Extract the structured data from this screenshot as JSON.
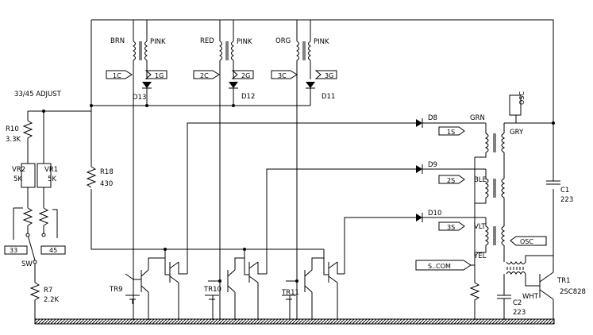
{
  "labels": {
    "adjust": "33/45 ADJUST",
    "brn": "BRN",
    "pink1": "PINK",
    "red": "RED",
    "pink2": "PINK",
    "org": "ORG",
    "pink3": "PINK",
    "d13": "D13",
    "d12": "D12",
    "d11": "D11",
    "d8": "D8",
    "d9": "D9",
    "d10": "D10",
    "grn": "GRN",
    "gry": "GRY",
    "ble": "BLE",
    "vlt": "VLT",
    "yel": "YEL",
    "wht": "WHT",
    "r10": "R10",
    "r10v": "3.3K",
    "vr2": "VR2",
    "vr2v": "5K",
    "vr1": "VR1",
    "vr1v": "5K",
    "r18": "R18",
    "r18v": "430",
    "r7": "R7",
    "r7v": "2.2K",
    "sw": "SW",
    "c1": "C1",
    "c1v": "223",
    "c2": "C2",
    "c2v": "223",
    "tr1": "TR1",
    "tr1v": "2SC828",
    "tr9": "TR9",
    "tr10": "TR10",
    "tr11": "TR11"
  },
  "tags": {
    "c1": "1C",
    "g1": "1G",
    "c2": "2C",
    "g2": "2G",
    "c3": "3C",
    "g3": "3G",
    "s1": "1S",
    "s2": "2S",
    "s3": "3S",
    "osc_v": "OSC",
    "osc": "OSC",
    "scom": "S..COM",
    "sw33": "33",
    "sw45": "45"
  }
}
